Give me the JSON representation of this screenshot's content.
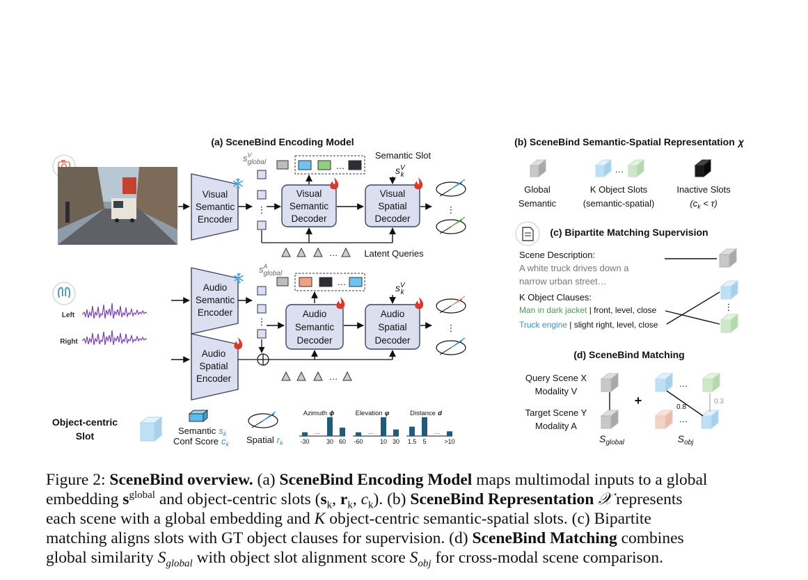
{
  "panel_a": {
    "title": "(a) SceneBind Encoding Model",
    "visual_encoder": [
      "Visual",
      "Semantic",
      "Encoder"
    ],
    "visual_sem_decoder": [
      "Visual",
      "Semantic",
      "Decoder"
    ],
    "visual_spa_decoder": [
      "Visual",
      "Spatial",
      "Decoder"
    ],
    "audio_encoder": [
      "Audio",
      "Semantic",
      "Encoder"
    ],
    "audio_spatial_encoder": [
      "Audio",
      "Spatial",
      "Encoder"
    ],
    "audio_sem_decoder": [
      "Audio",
      "Semantic",
      "Decoder"
    ],
    "audio_spa_decoder": [
      "Audio",
      "Spatial",
      "Decoder"
    ],
    "semantic_slot_label": "Semantic Slot",
    "latent_queries_label": "Latent Queries",
    "sv_global": "s",
    "sv_global_sup": "V",
    "sv_global_sub": "global",
    "sa_global_sup": "A",
    "sk_v": "s",
    "sk_v_sub": "k",
    "sk_v_sup": "V",
    "ellipsis": "…",
    "vdots": "⋮",
    "left_label": "Left",
    "right_label": "Right"
  },
  "legend": {
    "object_centric_slot": [
      "Object-centric",
      "Slot"
    ],
    "semantic": "Semantic",
    "semantic_sym": "s",
    "semantic_sub": "k",
    "conf_score": "Conf Score",
    "conf_sym": "c",
    "conf_sub": "k",
    "spatial": "Spatial",
    "spatial_sym": "r",
    "spatial_sub": "k",
    "azimuth_title": "Azimuth",
    "azimuth_sym": "ϕ",
    "elevation_title": "Elevation",
    "elevation_sym": "φ",
    "distance_title": "Distance",
    "distance_sym": "d"
  },
  "chart_data": [
    {
      "type": "bar",
      "title": "Azimuth ϕ",
      "categories": [
        "-30",
        "…",
        "30",
        "60"
      ],
      "values": [
        0.2,
        0.08,
        1.0,
        0.45
      ]
    },
    {
      "type": "bar",
      "title": "Elevation φ",
      "categories": [
        "-60",
        "…",
        "10",
        "30"
      ],
      "values": [
        0.2,
        0.08,
        1.0,
        0.35
      ]
    },
    {
      "type": "bar",
      "title": "Distance d",
      "categories": [
        "1.5",
        "5",
        "…",
        ">10"
      ],
      "values": [
        0.5,
        1.0,
        0.08,
        0.25
      ]
    }
  ],
  "panel_b": {
    "title": "(b) SceneBind Semantic-Spatial Representation",
    "title_sym": "χ",
    "global": [
      "Global",
      "Semantic"
    ],
    "k_object": [
      "K Object Slots",
      "(semantic-spatial)"
    ],
    "inactive": [
      "Inactive Slots",
      "(c",
      "k",
      " < τ)"
    ]
  },
  "panel_c": {
    "title": "(c) Bipartite Matching Supervision",
    "scene_desc_label": "Scene Description:",
    "scene_desc_lines": [
      "A white truck drives down a",
      "narrow urban street…"
    ],
    "k_clauses": "K Object Clauses:",
    "clause1_obj": "Man in dark jacket",
    "clause1_rest": " | front, level, close",
    "clause2_obj": "Truck engine",
    "clause2_rest": " | slight right, level, close"
  },
  "panel_d": {
    "title": "(d) SceneBind Matching",
    "query": [
      "Query Scene X",
      "Modality V"
    ],
    "target": [
      "Target Scene Y",
      "Modality A"
    ],
    "plus": "+",
    "score_08": "0.8",
    "score_03": "0.3",
    "s_global": "S",
    "s_global_sub": "global",
    "s_obj": "S",
    "s_obj_sub": "obj"
  },
  "caption": {
    "lines": [
      [
        {
          "t": "Figure 2: ",
          "s": ""
        },
        {
          "t": "SceneBind overview.",
          "s": "b"
        },
        {
          "t": " (a) ",
          "s": ""
        },
        {
          "t": "SceneBind Encoding Model",
          "s": "b"
        },
        {
          "t": " maps multimodal inputs to a global",
          "s": ""
        }
      ],
      [
        {
          "t": "embedding ",
          "s": ""
        },
        {
          "t": "s",
          "s": "b"
        },
        {
          "t": "global",
          "s": "sup"
        },
        {
          "t": " and object-centric slots (",
          "s": ""
        },
        {
          "t": "s",
          "s": "b"
        },
        {
          "t": "k",
          "s": "sub"
        },
        {
          "t": ", ",
          "s": ""
        },
        {
          "t": "r",
          "s": "b"
        },
        {
          "t": "k",
          "s": "sub"
        },
        {
          "t": ", ",
          "s": ""
        },
        {
          "t": "c",
          "s": "i"
        },
        {
          "t": "k",
          "s": "sub"
        },
        {
          "t": "). (b) ",
          "s": ""
        },
        {
          "t": "SceneBind Representation",
          "s": "b"
        },
        {
          "t": " ",
          "s": ""
        },
        {
          "t": "𝒳",
          "s": "i"
        },
        {
          "t": " represents",
          "s": ""
        }
      ],
      [
        {
          "t": "each scene with a global embedding and ",
          "s": ""
        },
        {
          "t": "K",
          "s": "i"
        },
        {
          "t": " object-centric semantic-spatial slots.  (c) Bipartite",
          "s": ""
        }
      ],
      [
        {
          "t": "matching aligns slots with GT object clauses for supervision. (d) ",
          "s": ""
        },
        {
          "t": "SceneBind Matching",
          "s": "b"
        },
        {
          "t": " combines",
          "s": ""
        }
      ],
      [
        {
          "t": "global similarity ",
          "s": ""
        },
        {
          "t": "S",
          "s": "i"
        },
        {
          "t": "global",
          "s": "subi"
        },
        {
          "t": " with object slot alignment score ",
          "s": ""
        },
        {
          "t": "S",
          "s": "i"
        },
        {
          "t": "obj",
          "s": "subi"
        },
        {
          "t": " for cross-modal scene comparison.",
          "s": ""
        }
      ]
    ]
  },
  "colors": {
    "box_fill": "#dcdff0",
    "box_stroke": "#3d4062",
    "blue_cube": "#bfe0f4",
    "green_cube": "#cde8c8",
    "pink_cube": "#f3d2c8",
    "wave": "#7a3fb5",
    "bar": "#1f5b7a",
    "green_text": "#4a9a5a",
    "blue_text": "#3a8fd0",
    "fire": "#e2352a"
  }
}
